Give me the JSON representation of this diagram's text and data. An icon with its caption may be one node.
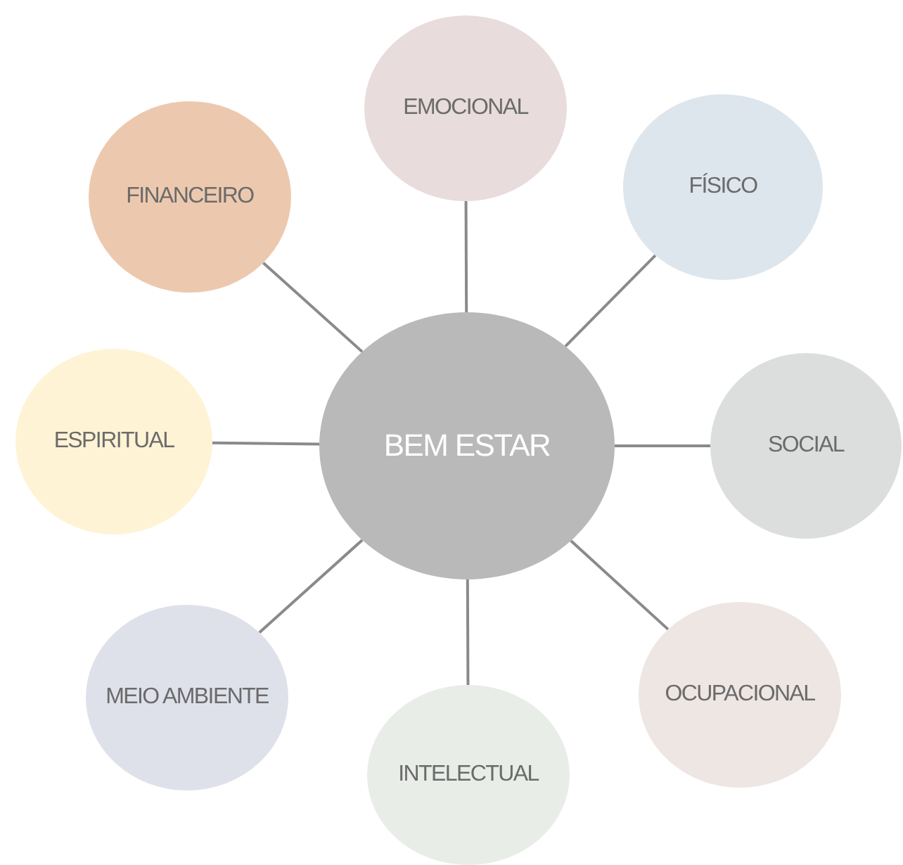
{
  "diagram": {
    "nodes": [
      {
        "text": [
          "BEM ESTAR"
        ]
      },
      {
        "text": [
          "EMOCIONAL"
        ]
      },
      {
        "text": [
          "FÍSICO"
        ]
      },
      {
        "text": [
          "SOCIAL"
        ]
      },
      {
        "text": [
          "OCUPACIONAL"
        ]
      },
      {
        "text": [
          "INTELECTUAL"
        ]
      },
      {
        "text": [
          "MEIO AMBIENTE"
        ]
      },
      {
        "text": [
          "ESPIRITUAL"
        ]
      },
      {
        "text": [
          "FINANCEIRO"
        ]
      }
    ],
    "edges": [
      {
        "from": 0,
        "to": 1,
        "arrow": "none"
      },
      {
        "from": 0,
        "to": 2,
        "arrow": "none"
      },
      {
        "from": 0,
        "to": 3,
        "arrow": "none"
      },
      {
        "from": 0,
        "to": 4,
        "arrow": "none"
      },
      {
        "from": 0,
        "to": 5,
        "arrow": "none"
      },
      {
        "from": 0,
        "to": 6,
        "arrow": "none"
      },
      {
        "from": 0,
        "to": 7,
        "arrow": "none"
      },
      {
        "from": 0,
        "to": 8,
        "arrow": "none"
      }
    ]
  }
}
